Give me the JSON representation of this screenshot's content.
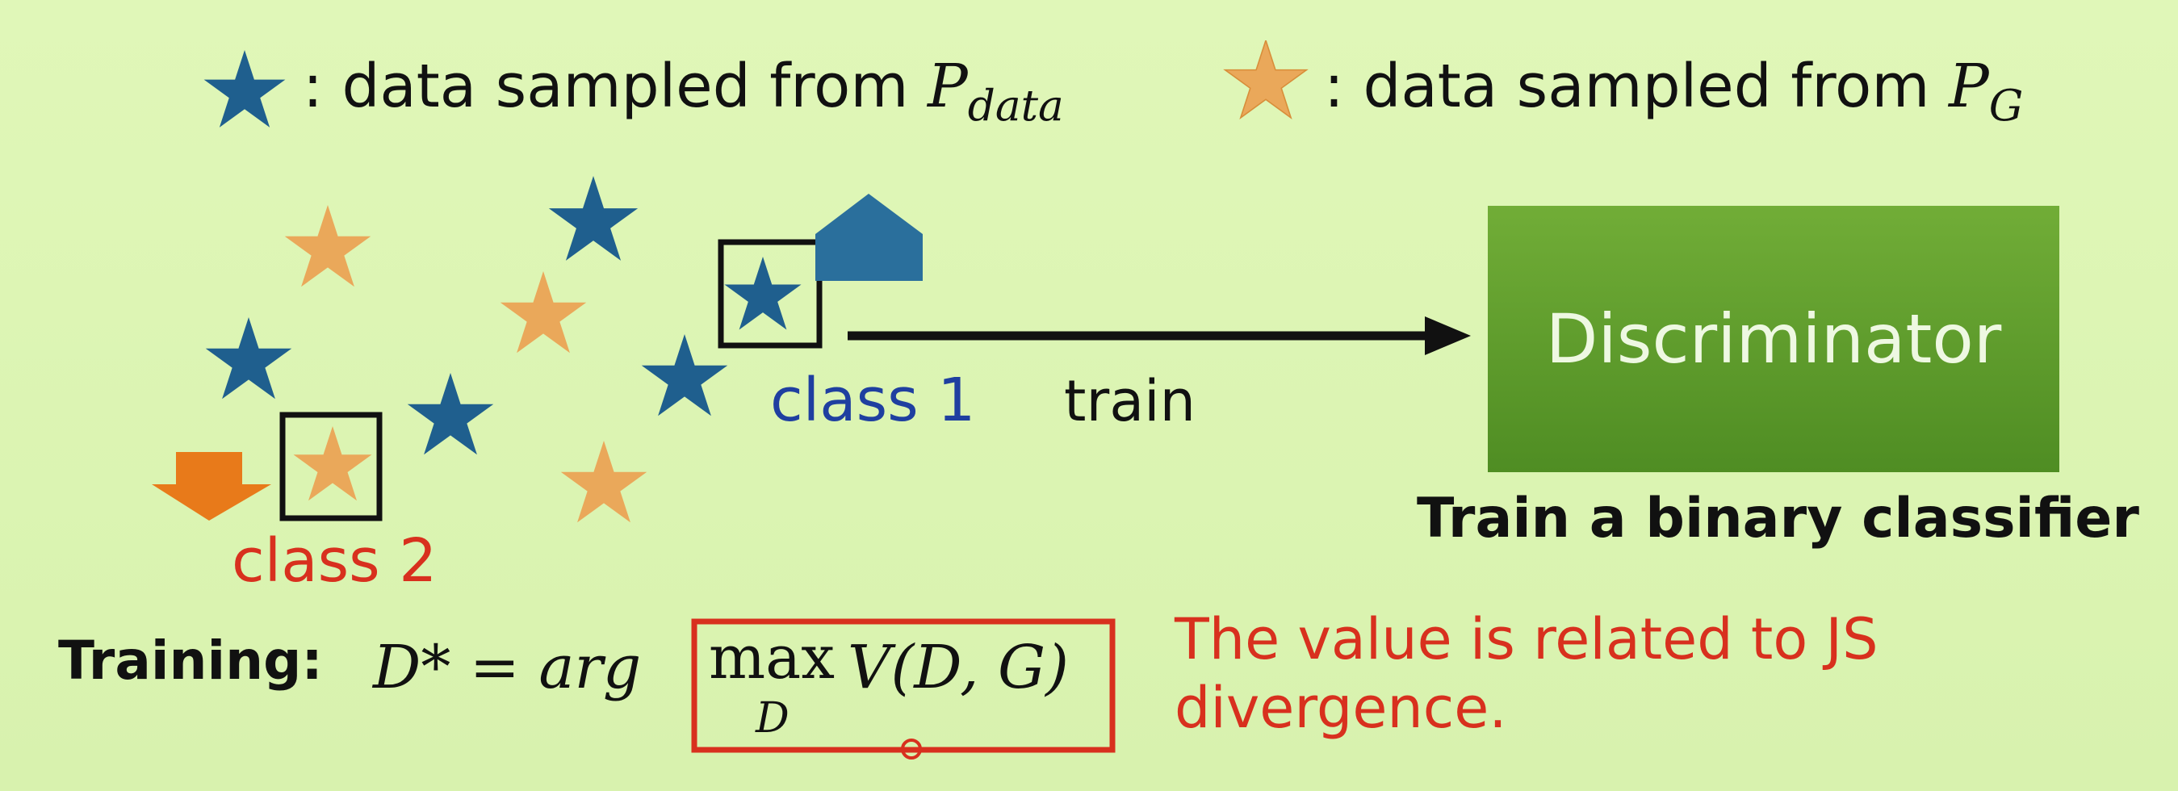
{
  "legend": {
    "data_prefix": ": data sampled from ",
    "data_symbol": "P",
    "data_sub": "data",
    "gen_prefix": ": data sampled from ",
    "gen_symbol": "P",
    "gen_sub": "G"
  },
  "labels": {
    "class1": "class 1",
    "class2": "class 2",
    "train": "train",
    "discriminator": "Discriminator",
    "binary_classifier": "Train a binary classifier"
  },
  "training": {
    "label": "Training:",
    "lhs": "D* = arg",
    "max": "max",
    "max_sub": "D",
    "fn": "V(D, G)",
    "note_line1": "The value is related to JS",
    "note_line2": "divergence."
  },
  "colors": {
    "background": "#dcf5b4",
    "data_star": "#1f5f8e",
    "gen_star": "#eaa85a",
    "class1_text": "#1f3fa0",
    "class2_text": "#d8301e",
    "discriminator_box": "#5e9c2c",
    "up_arrow": "#2a6f9c",
    "down_arrow": "#e87a1a",
    "highlight_box": "#d8301e"
  },
  "icons": {
    "data_star": "blue-star-icon",
    "gen_star": "orange-star-icon",
    "up_arrow": "up-arrow-icon",
    "down_arrow": "down-arrow-icon",
    "train_arrow": "right-arrow-icon"
  }
}
